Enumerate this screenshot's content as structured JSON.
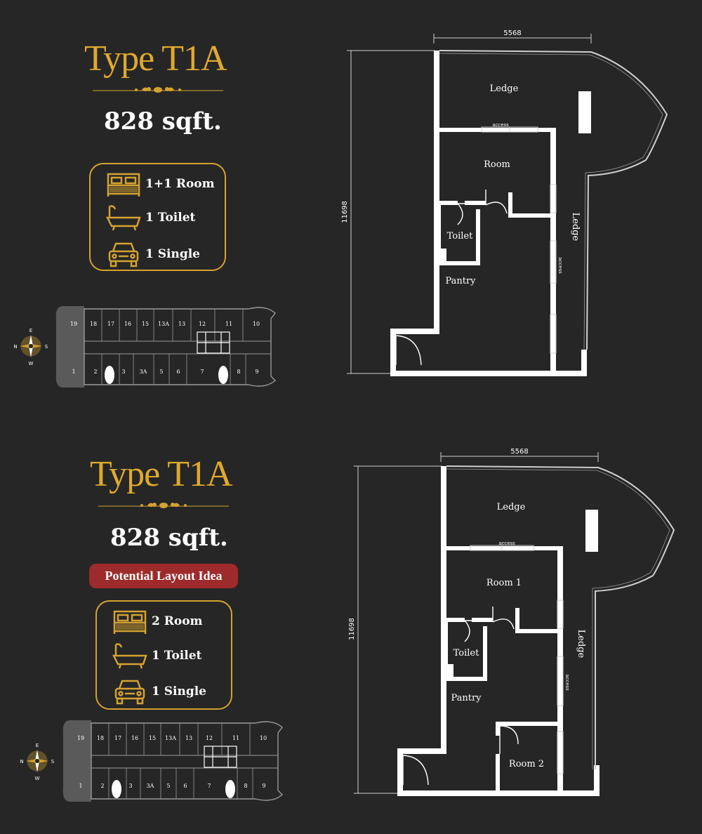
{
  "colors": {
    "background": "#262626",
    "gold": "#d4a231",
    "title_gold": "#e0a92c",
    "tag_red": "#9e2b2b",
    "wall": "#ffffff"
  },
  "panels": [
    {
      "title": "Type T1A",
      "area": "828 sqft.",
      "features": [
        {
          "icon": "bed-icon",
          "label": "1+1 Room"
        },
        {
          "icon": "bathtub-icon",
          "label": "1 Toilet"
        },
        {
          "icon": "car-icon",
          "label": "1 Single"
        }
      ],
      "compass": {
        "n": "N",
        "e": "E",
        "s": "S",
        "w": "W"
      },
      "keyplan": {
        "top": [
          "19",
          "18",
          "17",
          "16",
          "15",
          "13A",
          "13",
          "12",
          "11",
          "10"
        ],
        "bottom": [
          "1",
          "2",
          "3",
          "3A",
          "5",
          "6",
          "7",
          "8",
          "9"
        ]
      },
      "plan": {
        "width_dim": "5568",
        "height_dim": "11698",
        "rooms": {
          "ledge_top": "Ledge",
          "room": "Room",
          "toilet": "Toilet",
          "pantry": "Pantry",
          "ledge_side": "Ledge"
        },
        "access_top": "access",
        "access_side": "access"
      }
    },
    {
      "title": "Type T1A",
      "area": "828 sqft.",
      "tag": "Potential Layout Idea",
      "features": [
        {
          "icon": "bed-icon",
          "label": "2 Room"
        },
        {
          "icon": "bathtub-icon",
          "label": "1 Toilet"
        },
        {
          "icon": "car-icon",
          "label": "1 Single"
        }
      ],
      "compass": {
        "n": "N",
        "e": "E",
        "s": "S",
        "w": "W"
      },
      "keyplan": {
        "top": [
          "19",
          "18",
          "17",
          "16",
          "15",
          "13A",
          "13",
          "12",
          "11",
          "10"
        ],
        "bottom": [
          "1",
          "2",
          "3",
          "3A",
          "5",
          "6",
          "7",
          "8",
          "9"
        ]
      },
      "plan": {
        "width_dim": "5568",
        "height_dim": "11698",
        "rooms": {
          "ledge_top": "Ledge",
          "room1": "Room 1",
          "toilet": "Toilet",
          "pantry": "Pantry",
          "room2": "Room 2",
          "ledge_side": "Ledge"
        },
        "access_top": "access",
        "access_side": "access"
      }
    }
  ]
}
